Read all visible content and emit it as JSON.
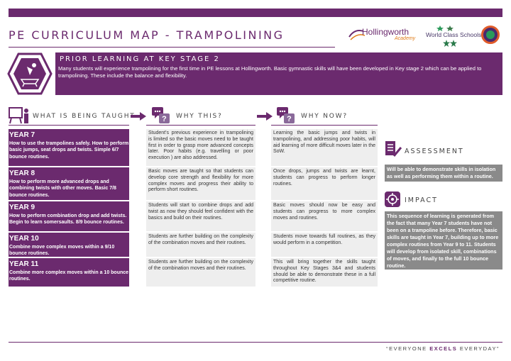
{
  "page_title": "PE CURRICULUM MAP - TRAMPOLINING",
  "logos": {
    "hollingworth": "Hollingworth",
    "hollingworth_sub": "Academy",
    "world_class_schools": "World Class Schools"
  },
  "prior": {
    "heading": "PRIOR LEARNING AT KEY STAGE 2",
    "text": "Many students will experience trampolining for the first time in PE lessons at Hollingworth.  Basic gymnastic skills will have been developed in Key stage 2 which can be applied to trampolining.  These include the balance and flexibility."
  },
  "columns": {
    "taught": "WHAT IS BEING TAUGHT",
    "why": "WHY THIS?",
    "now": "WHY NOW?"
  },
  "rows": [
    {
      "year": "YEAR 7",
      "taught": "How to use the trampolines safely.  How to perform basic jumps,  seat drops and twists. Simple 6/7 bounce routines.",
      "why": "Student's previous experience in trampolining is limited so the basic moves need to be taught first in order to grasp more advanced concepts later.  Poor habits (e.g. travelling or poor execution ) are also addressed.",
      "now": "Learning the basic jumps and twists in trampolining, and addressing poor habits, will aid learning of more difficult moves later in the SoW."
    },
    {
      "year": "YEAR 8",
      "taught": "How to perform more advanced drops and combining twists with other moves.  Basic 7/8 bounce routines.",
      "why": "Basic moves are taught so that students can develop core strength and flexibility for more complex moves and progress their ability to perform short routines.",
      "now": "Once drops, jumps and twists are learnt, students can progress to perform longer routines."
    },
    {
      "year": "YEAR 9",
      "taught": "How to perform combination drop and add twists. Begin to learn somersaults.  8/9 bounce routines.",
      "why": "Students will start to combine drops and add twist as now they should feel confident with the basics  and build on their routines.",
      "now": "Basic moves should now be easy and students can progress to more complex moves and routines."
    },
    {
      "year": "YEAR 10",
      "taught": "Combine move complex moves within a 9/10 bounce routines.",
      "why": "Students are further building on the complexity of the combination moves and their routines.",
      "now": "Students move towards full routines, as they would perform in a competition."
    },
    {
      "year": "YEAR 11",
      "taught": "Combine more complex moves within a 10 bounce routines.",
      "why": "Students are further building on the complexity of the combination moves and their routines.",
      "now": "This will bring together the skills taught throughout Key Stages 3&4 and students should be able to demonstrate these in a full competitive routine."
    }
  ],
  "assessment": {
    "heading": "ASSESSMENT",
    "text": "Will be able to demonstrate skills in isolation as well as performing them within a routine."
  },
  "impact": {
    "heading": "IMPACT",
    "text": "This sequence of learning is generated from the fact that many Year 7 students have not been on a trampoline before. Therefore, basic skills are taught in Year 7, building up to more complex routines from Year 9 to 11. Students will develop from isolated skill, combinations of moves, and finally to the full 10 bounce routine."
  },
  "slogan": {
    "part1": "“EVERYONE ",
    "part2": "EXCELS",
    "part3": " EVERYDAY”"
  },
  "colors": {
    "purple": "#6b2a6e",
    "grey_box": "#8a8a8a",
    "cell_bg": "#eeeeee"
  }
}
